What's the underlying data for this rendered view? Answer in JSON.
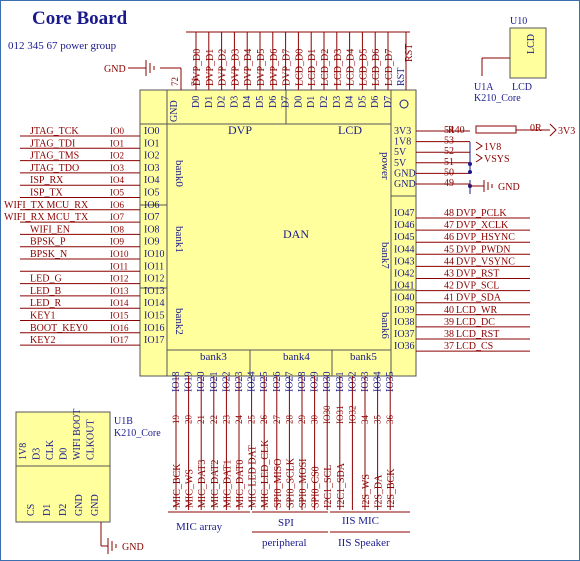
{
  "title": "Core Board",
  "power_group": "012 345 67 power group",
  "gnd_label": "GND",
  "chip": {
    "center": "DAN",
    "dvp": "DVP",
    "lcd": "LCD",
    "gnd_pin": "GND",
    "rst_pin": "RST",
    "power": "power",
    "bank0": "bank0",
    "bank1": "bank1",
    "bank2": "bank2",
    "bank3": "bank3",
    "bank4": "bank4",
    "bank5": "bank5",
    "bank6": "bank6",
    "bank7": "bank7",
    "top_pins": [
      "D0",
      "D1",
      "D2",
      "D3",
      "D4",
      "D5",
      "D6",
      "D7",
      "D0",
      "D1",
      "D2",
      "D3",
      "D4",
      "D5",
      "D6",
      "D7"
    ],
    "top_nets": [
      "DVP_D0",
      "DVP_D1",
      "DVP_D2",
      "DVP_D3",
      "DVP_D4",
      "DVP_D5",
      "DVP_D6",
      "DVP_D7",
      "LCD_D0",
      "LCD_D1",
      "LCD_D2",
      "LCD_D3",
      "LCD_D4",
      "LCD_D5",
      "LCD_D6",
      "LCD_D7"
    ],
    "top_gnd_num": "72",
    "top_first_num": "71",
    "top_rst_net": "RST",
    "left_pins": [
      "IO0",
      "IO1",
      "IO2",
      "IO3",
      "IO4",
      "IO5",
      "IO6",
      "IO7",
      "IO8",
      "IO9",
      "IO10",
      "IO11",
      "IO12",
      "IO13",
      "IO14",
      "IO15",
      "IO16",
      "IO17"
    ],
    "left_nums": [
      "IO0",
      "IO1",
      "IO2",
      "IO3",
      "IO4",
      "IO5",
      "IO6",
      "IO7",
      "IO8",
      "IO9",
      "IO10",
      "IO11",
      "IO12",
      "IO13",
      "IO14",
      "IO15",
      "IO16",
      "IO17"
    ],
    "left_nets": [
      "JTAG_TCK",
      "JTAG_TDI",
      "JTAG_TMS",
      "JTAG_TDO",
      "ISP_RX",
      "ISP_TX",
      "WIFI_TX MCU_RX",
      "WIFI_RX MCU_TX",
      "WIFI_EN",
      "BPSK_P",
      "BPSK_N",
      "",
      "LED_G",
      "LED_B",
      "LED_R",
      "KEY1",
      "BOOT_KEY0",
      "KEY2"
    ],
    "right_top_pins": [
      "3V3",
      "1V8",
      "5V",
      "5V",
      "GND",
      "GND"
    ],
    "right_top_nums": [
      "54",
      "53",
      "52",
      "51",
      "50",
      "49"
    ],
    "right_pins": [
      "IO47",
      "IO46",
      "IO45",
      "IO44",
      "IO43",
      "IO42",
      "IO41",
      "IO40",
      "IO39",
      "IO38",
      "IO37",
      "IO36"
    ],
    "right_nums": [
      "48",
      "47",
      "46",
      "45",
      "44",
      "43",
      "42",
      "41",
      "40",
      "39",
      "38",
      "37"
    ],
    "right_nets": [
      "DVP_PCLK",
      "DVP_XCLK",
      "DVP_HSYNC",
      "DVP_PWDN",
      "DVP_VSYNC",
      "DVP_RST",
      "DVP_SCL",
      "DVP_SDA",
      "LCD_WR",
      "LCD_DC",
      "LCD_RST",
      "LCD_CS"
    ],
    "bottom_pins": [
      "IO18",
      "IO19",
      "IO20",
      "IO21",
      "IO22",
      "IO23",
      "IO24",
      "IO25",
      "IO26",
      "IO27",
      "IO28",
      "IO29",
      "IO30",
      "IO31",
      "IO32",
      "IO33",
      "IO34",
      "IO35"
    ],
    "bottom_nums": [
      "19",
      "20",
      "21",
      "22",
      "23",
      "24",
      "25",
      "26",
      "27",
      "28",
      "29",
      "30",
      "IO30",
      "IO31",
      "IO32",
      "34",
      "35",
      "36"
    ],
    "bottom_nets": [
      "MIC_BCK",
      "MIC_WS",
      "MIC_DAT3",
      "MIC_DAT2",
      "MIC_DAT1",
      "MIC_DAT0",
      "MIC LED DAT",
      "MIC_LED_CLK",
      "SPI0_MISO",
      "SPI0_SCLK",
      "SPI0_MOSI",
      "SPI0_CS0",
      "I2C1_SCL",
      "I2C1_SDA",
      "",
      "I2S_WS",
      "I2S_DA",
      "I2S_BCK"
    ]
  },
  "power_nets": {
    "r40": "R40",
    "r40_val": "0R",
    "v3v3": "3V3",
    "v1v8": "1V8",
    "vsys": "VSYS",
    "gnd": "GND"
  },
  "u10": {
    "ref": "U10",
    "name": "LCD",
    "part": "U1A",
    "part_name": "LCD",
    "core": "K210_Core"
  },
  "u1b": {
    "ref": "U1B",
    "core": "K210_Core",
    "top_pins": [
      "1V8",
      "D3",
      "CLK",
      "D0",
      "WIFI BOOT",
      "CLKOUT"
    ],
    "bottom_pins": [
      "CS",
      "D1",
      "D2",
      "GND",
      "GND"
    ]
  },
  "groups": {
    "mic": "MIC array",
    "spi": "SPI",
    "spi2": "peripheral",
    "iis_mic": "IIS MIC",
    "iis_spk": "IIS Speaker"
  }
}
